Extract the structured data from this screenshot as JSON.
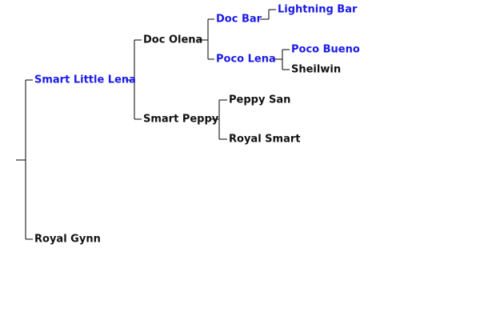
{
  "pedigree": {
    "sire": {
      "name": "Smart Little Lena",
      "linked": true,
      "sire": {
        "name": "Doc Olena",
        "linked": false,
        "sire": {
          "name": "Doc Bar",
          "linked": true,
          "sire": {
            "name": "Lightning Bar",
            "linked": true
          }
        },
        "dam": {
          "name": "Poco Lena",
          "linked": true,
          "sire": {
            "name": "Poco Bueno",
            "linked": true
          },
          "dam": {
            "name": "Sheilwin",
            "linked": false
          }
        }
      },
      "dam": {
        "name": "Smart Peppy",
        "linked": false,
        "sire": {
          "name": "Peppy San",
          "linked": false
        },
        "dam": {
          "name": "Royal Smart",
          "linked": false
        }
      }
    },
    "dam": {
      "name": "Royal Gynn",
      "linked": false
    }
  },
  "colors": {
    "link": "#1a1ae6",
    "plain": "#111111",
    "line": "#000000",
    "background": "#ffffff"
  }
}
